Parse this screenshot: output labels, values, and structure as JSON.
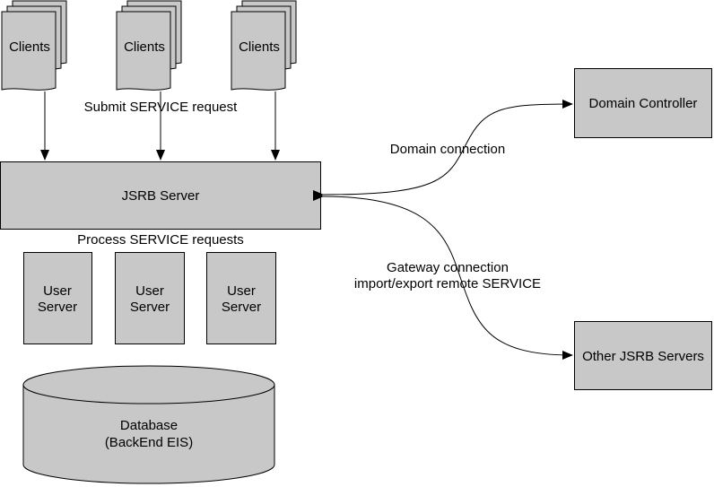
{
  "diagram": {
    "clients": [
      {
        "label": "Clients"
      },
      {
        "label": "Clients"
      },
      {
        "label": "Clients"
      }
    ],
    "submit_label": "Submit SERVICE request",
    "server": {
      "label": "JSRB Server"
    },
    "process_label": "Process  SERVICE requests",
    "user_servers": [
      {
        "line1": "User",
        "line2": "Server"
      },
      {
        "line1": "User",
        "line2": "Server"
      },
      {
        "line1": "User",
        "line2": "Server"
      }
    ],
    "database": {
      "line1": "Database",
      "line2": "(BackEnd EIS)"
    },
    "domain_controller": {
      "label": "Domain Controller"
    },
    "domain_connection_label": "Domain connection",
    "gateway_label_line1": "Gateway connection",
    "gateway_label_line2": "import/export remote SERVICE",
    "other_servers": {
      "label": "Other JSRB Servers"
    },
    "colors": {
      "box_fill": "#c8c8c8",
      "stroke": "#000000",
      "background": "#ffffff"
    }
  }
}
